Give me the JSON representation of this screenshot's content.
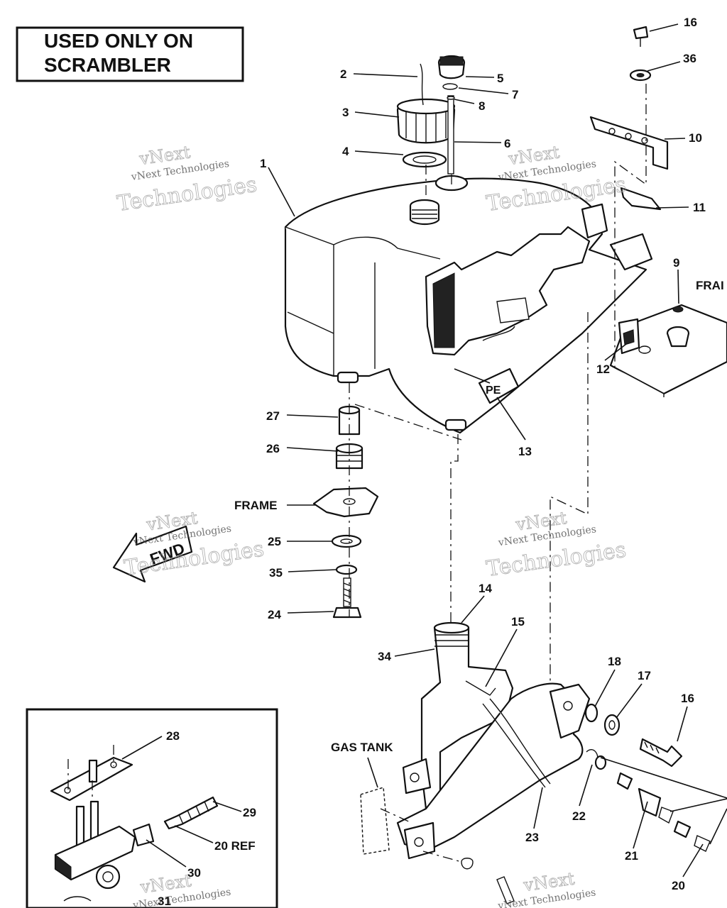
{
  "notice": {
    "line1": "USED ONLY ON",
    "line2": "SCRAMBLER"
  },
  "fwd_label": "FWD",
  "labels": {
    "frame_left": "FRAME",
    "frame_right": "FRAI",
    "gas_tank": "GAS TANK",
    "ref_20": "20 REF"
  },
  "callouts": {
    "c1": "1",
    "c2": "2",
    "c3": "3",
    "c4": "4",
    "c5": "5",
    "c6": "6",
    "c7": "7",
    "c8": "8",
    "c9": "9",
    "c10": "10",
    "c11": "11",
    "c12": "12",
    "c13": "13",
    "c14": "14",
    "c15": "15",
    "c16a": "16",
    "c16b": "16",
    "c17": "17",
    "c18": "18",
    "c20": "20",
    "c21": "21",
    "c22": "22",
    "c23": "23",
    "c24": "24",
    "c25": "25",
    "c26": "26",
    "c27": "27",
    "c28": "28",
    "c29": "29",
    "c30": "30",
    "c31": "31",
    "c34": "34",
    "c35": "35",
    "c36": "36"
  },
  "badge_text": "PE",
  "watermark": {
    "line1": "vNext",
    "line2": "Technologies",
    "small": "vNext Technologies"
  }
}
